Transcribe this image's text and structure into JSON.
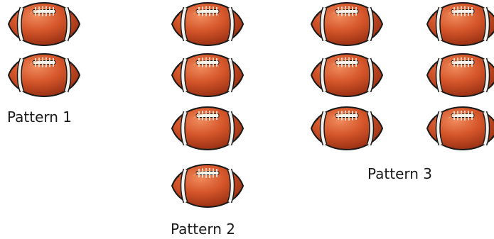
{
  "patterns": [
    {
      "label": "Pattern 1",
      "football_count": 2
    },
    {
      "label": "Pattern 2",
      "football_count": 4
    },
    {
      "label": "Pattern 3",
      "football_count": 6
    }
  ],
  "colors": {
    "ball_light": "#e8734a",
    "ball_mid": "#cc4b21",
    "ball_dark": "#9a2f12",
    "outline": "#1a1a1a",
    "stripe": "#f2f0ea",
    "lace": "#f6f3ea"
  },
  "icon": "football-icon"
}
